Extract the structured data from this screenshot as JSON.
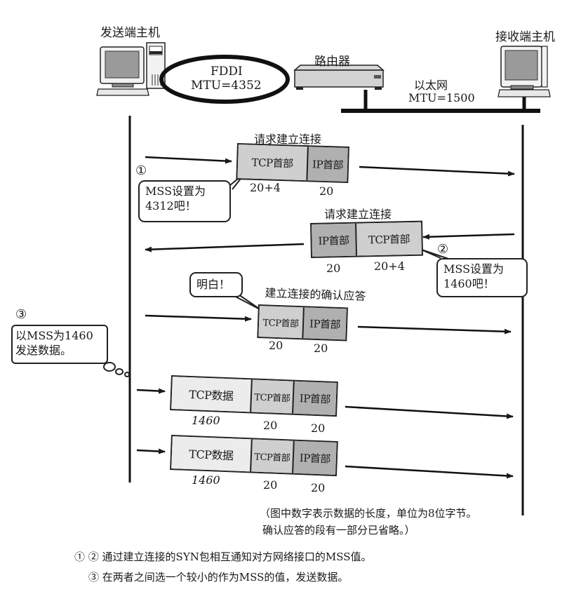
{
  "hosts": {
    "sender": "发送端主机",
    "receiver": "接收端主机",
    "router": "路由器"
  },
  "networks": {
    "fddi_name": "FDDI",
    "fddi_mtu": "MTU=4352",
    "ethernet_name": "以太网",
    "ethernet_mtu": "MTU=1500"
  },
  "steps": {
    "step1": {
      "marker": "①",
      "title": "请求建立连接",
      "cells": [
        "TCP首部",
        "IP首部"
      ],
      "sizes": [
        "20+4",
        "20"
      ],
      "bubble": [
        "MSS设置为",
        "4312吧！"
      ]
    },
    "step2": {
      "marker": "②",
      "title": "请求建立连接",
      "cells": [
        "IP首部",
        "TCP首部"
      ],
      "sizes": [
        "20",
        "20+4"
      ],
      "bubble": [
        "MSS设置为",
        "1460吧！"
      ]
    },
    "ack": {
      "title": "建立连接的确认应答",
      "cells": [
        "TCP首部",
        "IP首部"
      ],
      "sizes": [
        "20",
        "20"
      ],
      "bubble": "明白！"
    },
    "step3": {
      "marker": "③",
      "thought": [
        "以MSS为1460",
        "发送数据。"
      ]
    },
    "data_packets": [
      {
        "cells": [
          "TCP数据",
          "TCP首部",
          "IP首部"
        ],
        "sizes": [
          "1460",
          "20",
          "20"
        ]
      },
      {
        "cells": [
          "TCP数据",
          "TCP首部",
          "IP首部"
        ],
        "sizes": [
          "1460",
          "20",
          "20"
        ]
      }
    ]
  },
  "notes": {
    "paren_line1": "（图中数字表示数据的长度，单位为8位字节。",
    "paren_line2": "确认应答的段有一部分已省略。）",
    "caption1": "① ② 通过建立连接的SYN包相互通知对方网络接口的MSS值。",
    "caption2": "③ 在两者之间选一个较小的作为MSS的值，发送数据。"
  },
  "colors": {
    "tcp_header": "#cfcfcf",
    "ip_header": "#b0b0b0",
    "tcp_data": "#ececec",
    "line": "#1a1a1a"
  }
}
